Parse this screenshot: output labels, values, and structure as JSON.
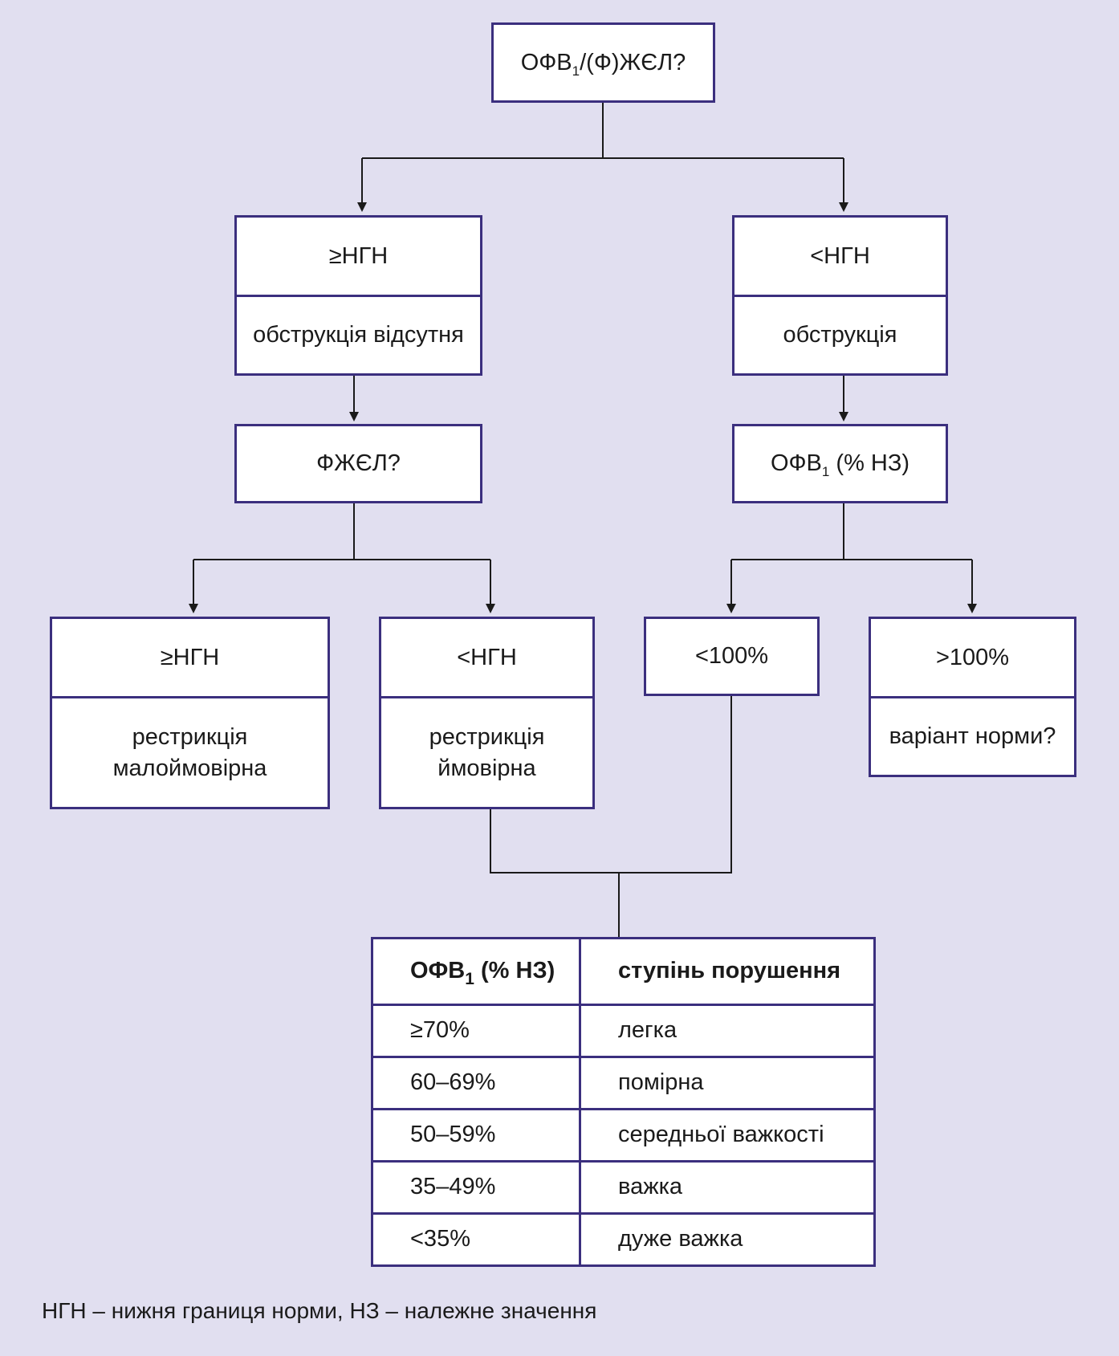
{
  "root": {
    "main": "ОФВ",
    "sub": "1",
    "rest": "/(Ф)ЖЄЛ?"
  },
  "left_branch": {
    "header": "≥НГН",
    "body": "обструкція відсутня",
    "question": "ФЖЄЛ?",
    "children": [
      {
        "header": "≥НГН",
        "body_lines": [
          "рестрикція",
          "малоймовірна"
        ]
      },
      {
        "header": "<НГН",
        "body_lines": [
          "рестрикція",
          "ймовірна"
        ]
      }
    ]
  },
  "right_branch": {
    "header": "<НГН",
    "body": "обструкція",
    "question": {
      "main": "ОФВ",
      "sub": "1",
      "rest": " (% НЗ)"
    },
    "children": [
      {
        "header": "<100%"
      },
      {
        "header": ">100%",
        "body": "варіант норми?"
      }
    ]
  },
  "severity_table": {
    "header": {
      "col1_main": "ОФВ",
      "col1_sub": "1",
      "col1_rest": " (% НЗ)",
      "col2": "ступінь порушення"
    },
    "rows": [
      {
        "range": "≥70%",
        "degree": "легка"
      },
      {
        "range": "60–69%",
        "degree": "помірна"
      },
      {
        "range": "50–59%",
        "degree": "середньої важкості"
      },
      {
        "range": "35–49%",
        "degree": "важка"
      },
      {
        "range": "<35%",
        "degree": "дуже важка"
      }
    ]
  },
  "footnote": "НГН – нижня границя норми, НЗ – належне значення",
  "colors": {
    "background": "#e1dff0",
    "border": "#3b2f7e",
    "box_fill": "#ffffff",
    "connector": "#1a1a1a"
  }
}
